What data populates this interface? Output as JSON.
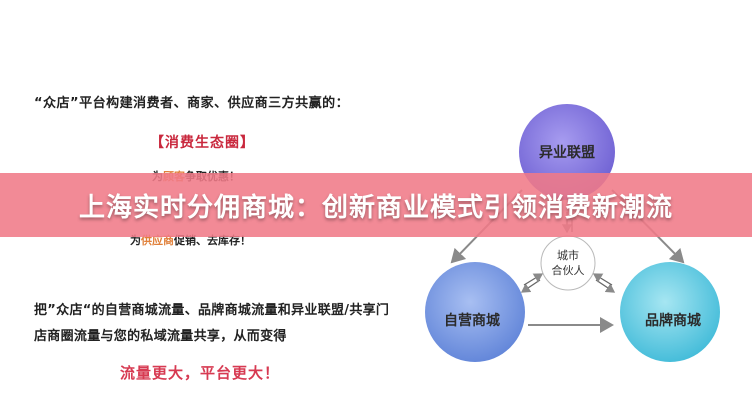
{
  "intro": "“众店”平台构建消费者、商家、供应商三方共赢的：",
  "section_title": "【消费生态圈】",
  "line1": {
    "prefix": "为",
    "highlight": "顾客",
    "tail": "争取优惠！"
  },
  "line2": {
    "prefix": "为",
    "highlight": "供应商",
    "tail": "促销、去库存！"
  },
  "paragraph": "把”众店“的自营商城流量、品牌商城流量和异业联盟/共享门店商圈流量与您的私域流量共享，从而变得",
  "slogan": "流量更大，平台更大！",
  "banner": "上海实时分佣商城：创新商业模式引领消费新潮流",
  "diagram": {
    "top": "异业联盟",
    "left": "自营商城",
    "right": "品牌商城",
    "center_line1": "城市",
    "center_line2": "合伙人"
  },
  "colors": {
    "top_circle": "#7d6fd9",
    "left_circle": "#6a8fdc",
    "right_circle": "#4fc6de",
    "banner": "#f07a87"
  }
}
